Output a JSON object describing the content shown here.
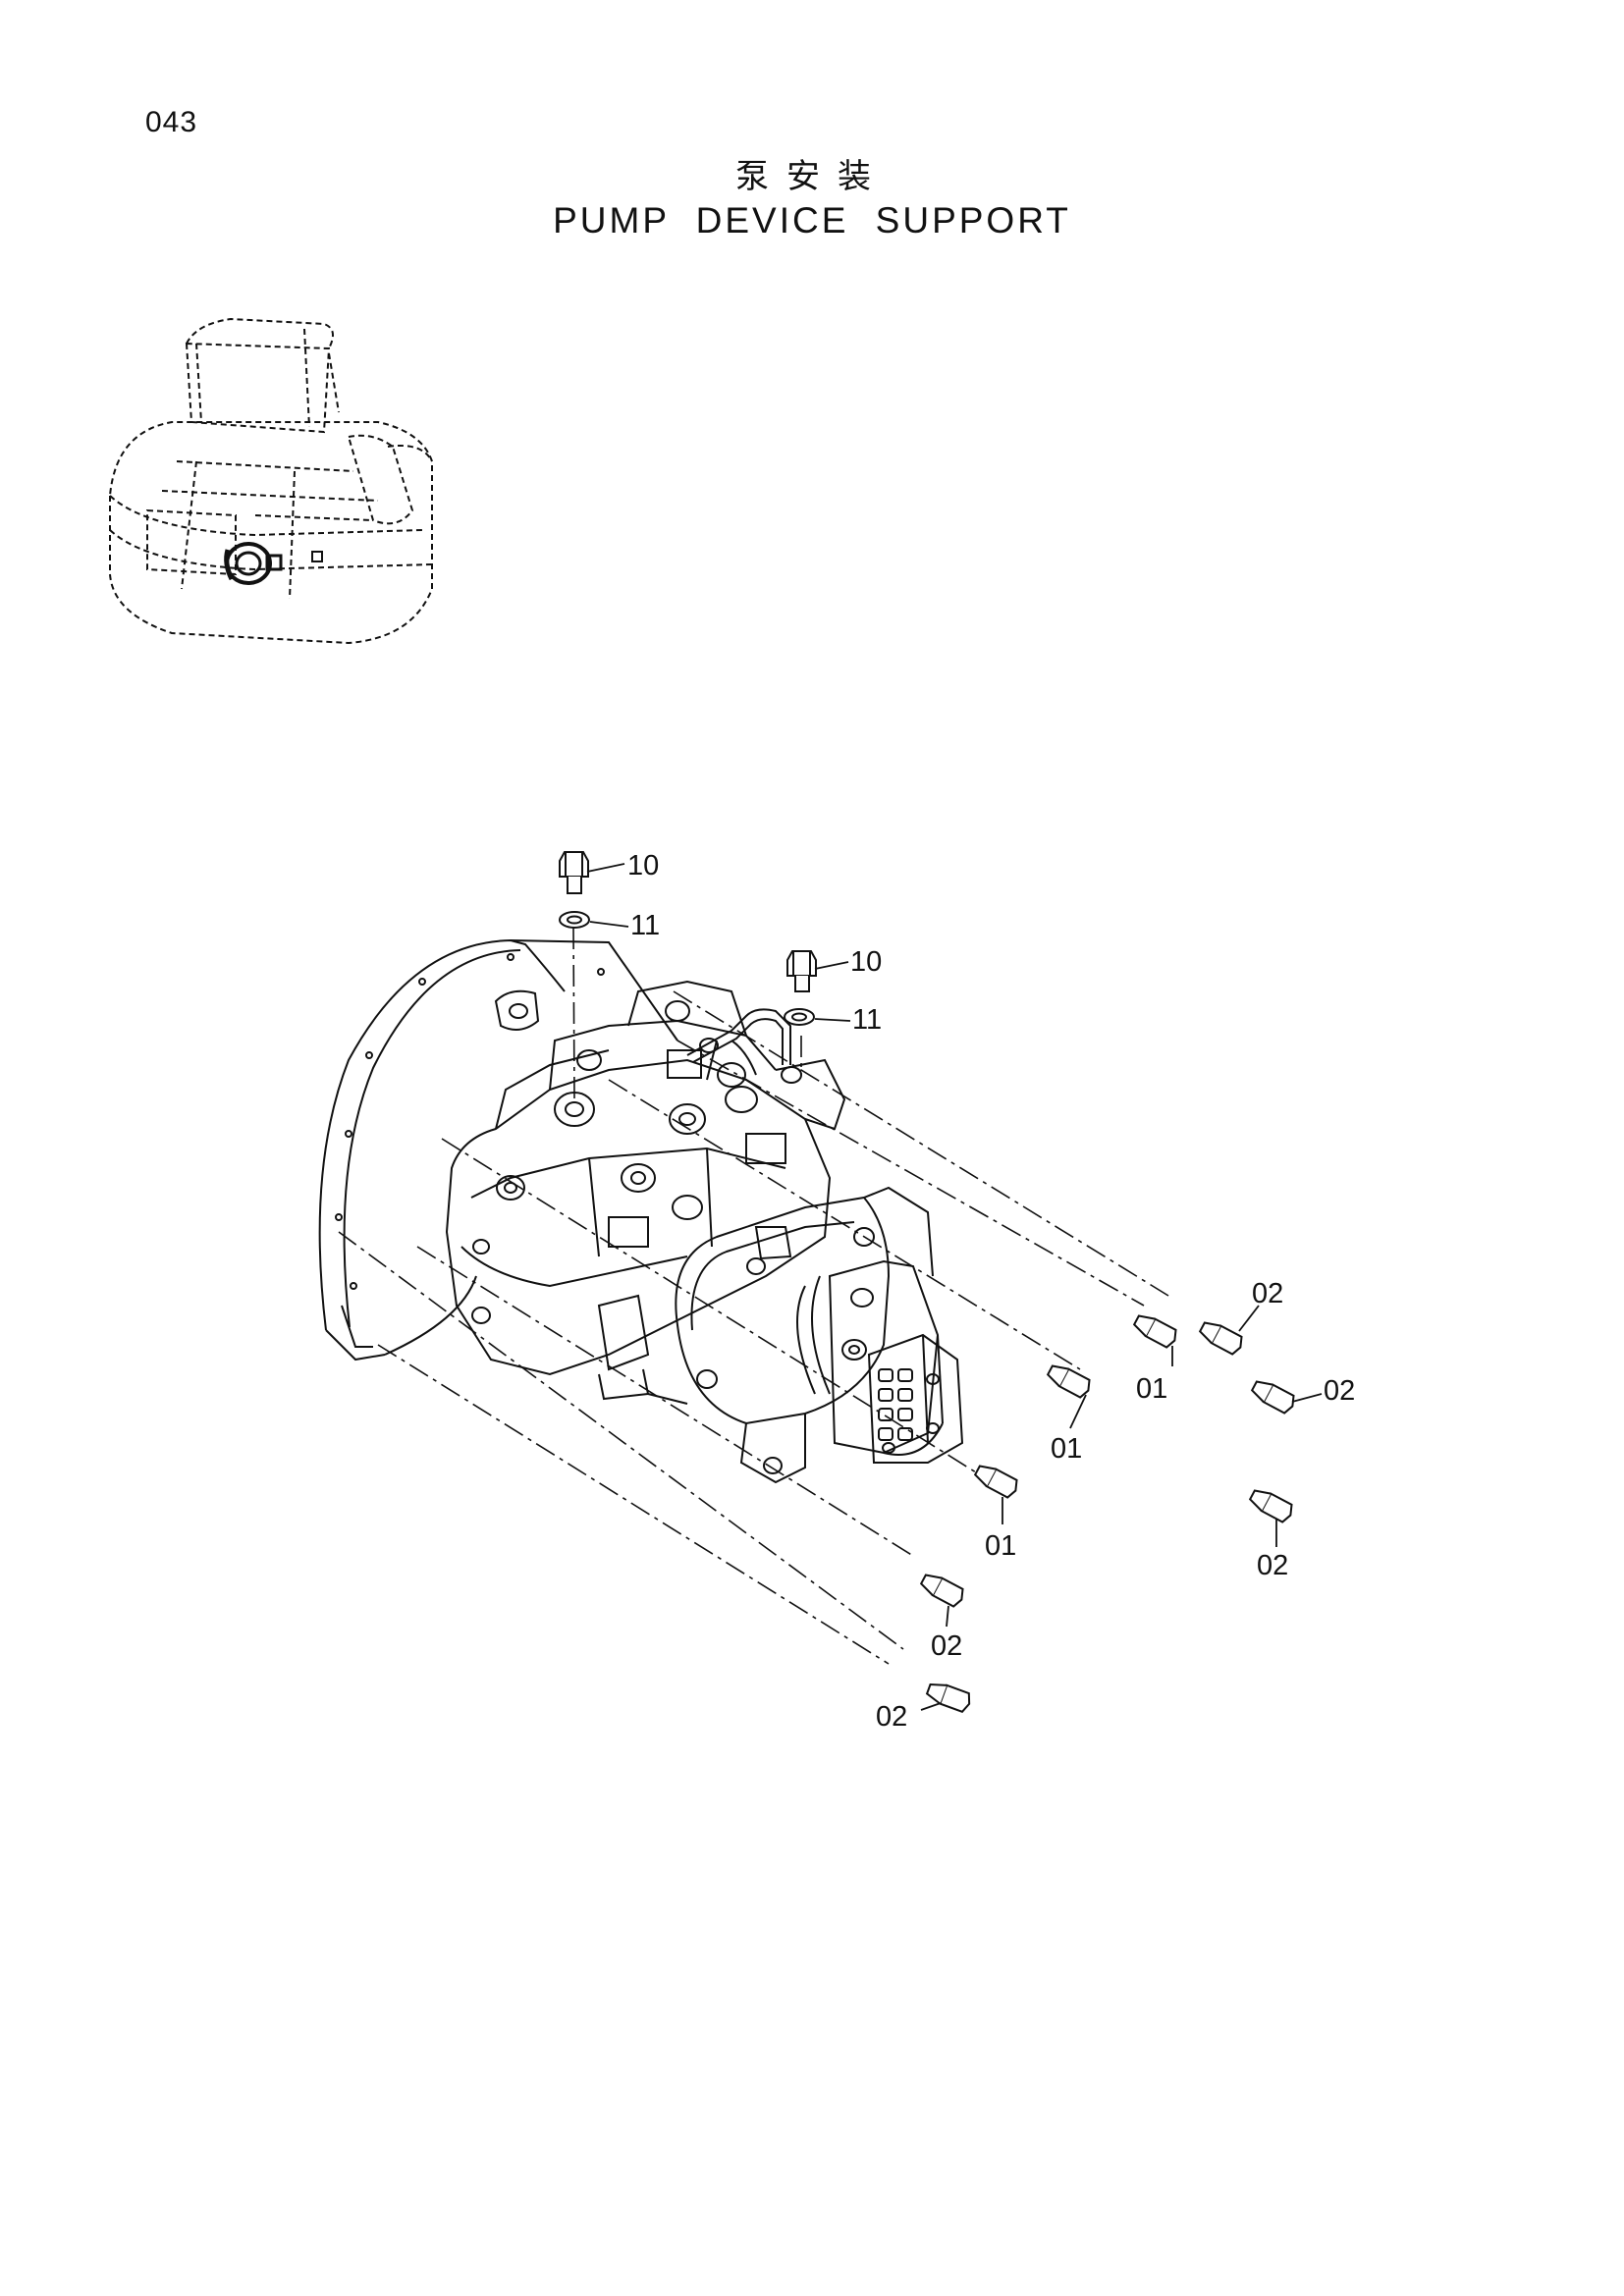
{
  "page_number": "043",
  "title": {
    "zh": "泵安装",
    "en": "PUMP DEVICE SUPPORT"
  },
  "callouts": [
    {
      "label": "10"
    },
    {
      "label": "11"
    },
    {
      "label": "10"
    },
    {
      "label": "11"
    },
    {
      "label": "02"
    },
    {
      "label": "01"
    },
    {
      "label": "02"
    },
    {
      "label": "01"
    },
    {
      "label": "01"
    },
    {
      "label": "02"
    },
    {
      "label": "02"
    },
    {
      "label": "02"
    }
  ],
  "colors": {
    "line": "#111111",
    "background": "#ffffff"
  }
}
